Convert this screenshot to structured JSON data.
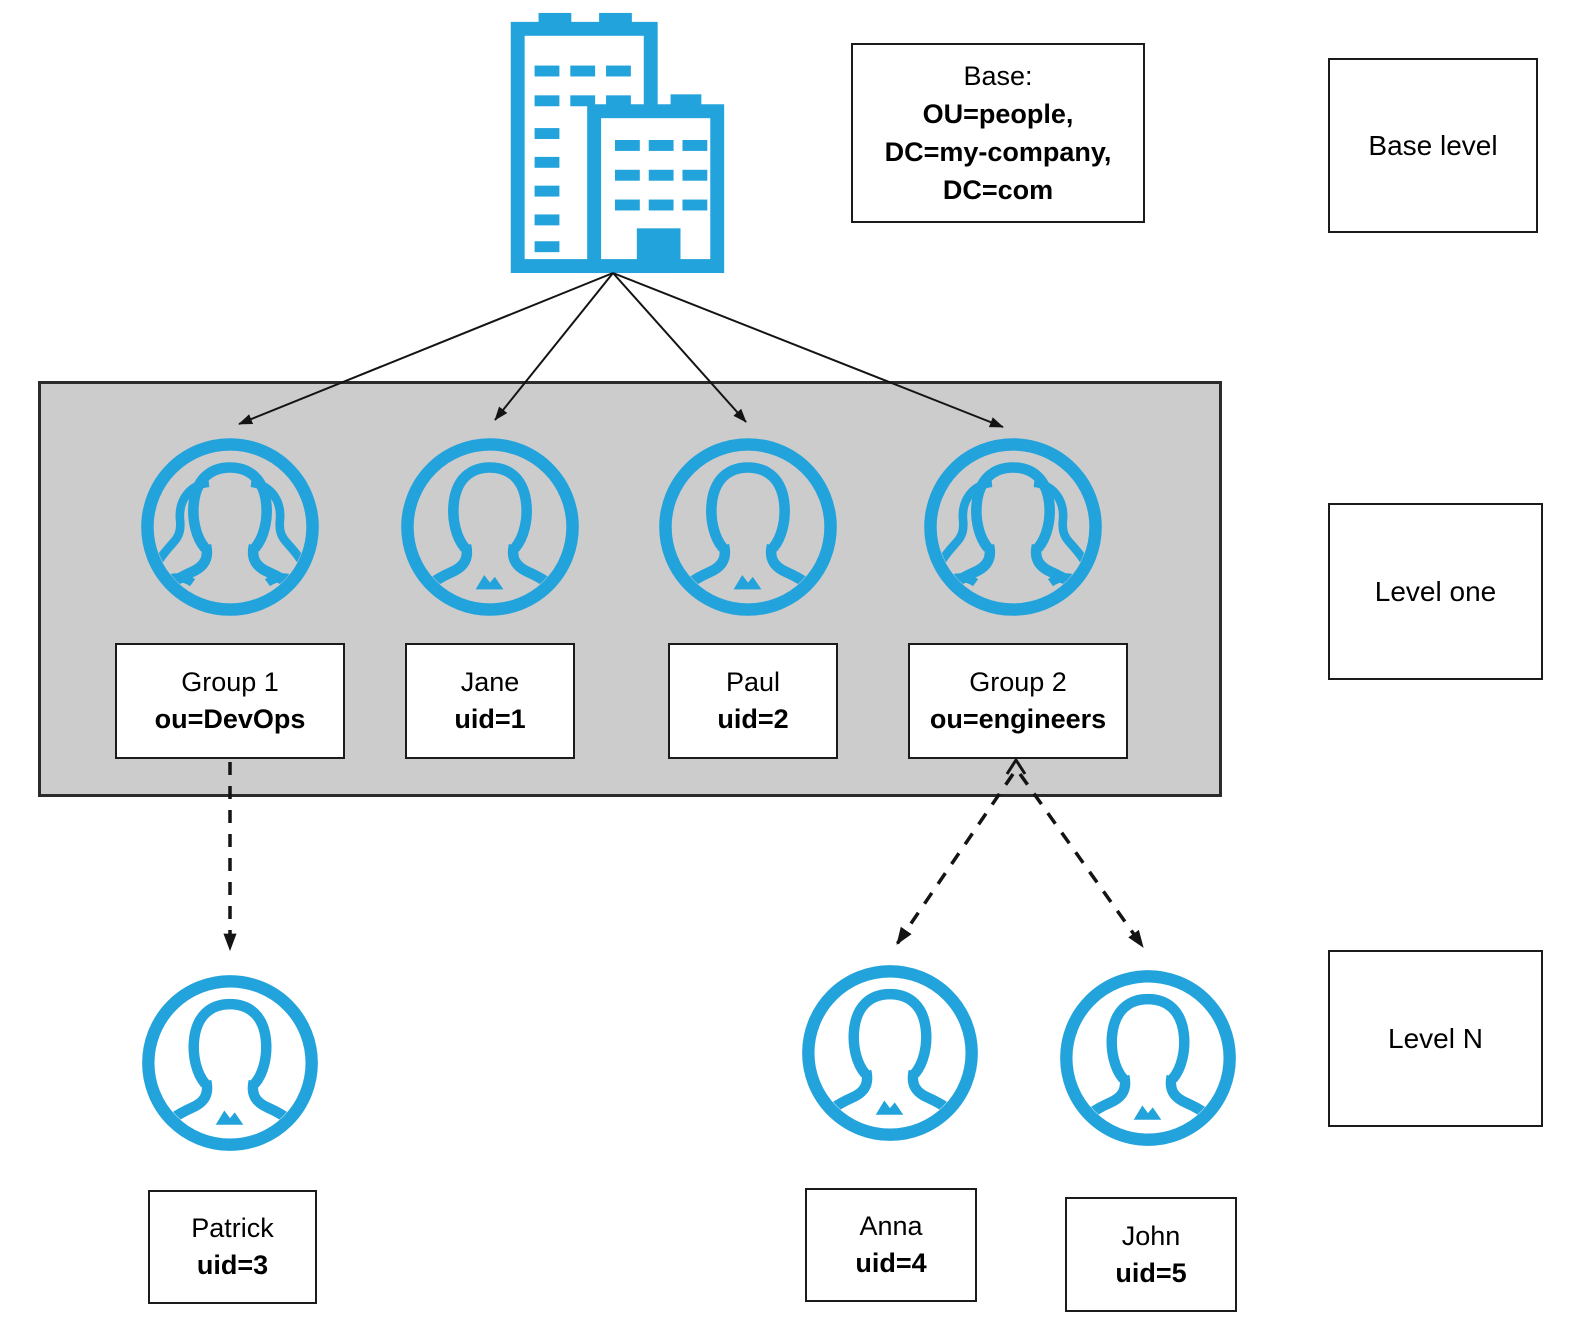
{
  "base": {
    "heading": "Base:",
    "dn_lines": [
      "OU=people,",
      "DC=my-company,",
      "DC=com"
    ]
  },
  "level_labels": {
    "base": "Base level",
    "one": "Level one",
    "n": "Level N"
  },
  "level_one": {
    "nodes": [
      {
        "type": "group",
        "name": "Group 1",
        "dn": "ou=DevOps"
      },
      {
        "type": "person",
        "name": "Jane",
        "dn": "uid=1"
      },
      {
        "type": "person",
        "name": "Paul",
        "dn": "uid=2"
      },
      {
        "type": "group",
        "name": "Group 2",
        "dn": "ou=engineers"
      }
    ]
  },
  "level_n": {
    "nodes": [
      {
        "type": "person",
        "name": "Patrick",
        "dn": "uid=3"
      },
      {
        "type": "person",
        "name": "Anna",
        "dn": "uid=4"
      },
      {
        "type": "person",
        "name": "John",
        "dn": "uid=5"
      }
    ]
  },
  "icons": {
    "root": "building-icon",
    "group": "group-users-icon",
    "person": "single-user-icon"
  },
  "colors": {
    "accent": "#22A3DC",
    "level_one_bg": "#CCCCCC"
  }
}
